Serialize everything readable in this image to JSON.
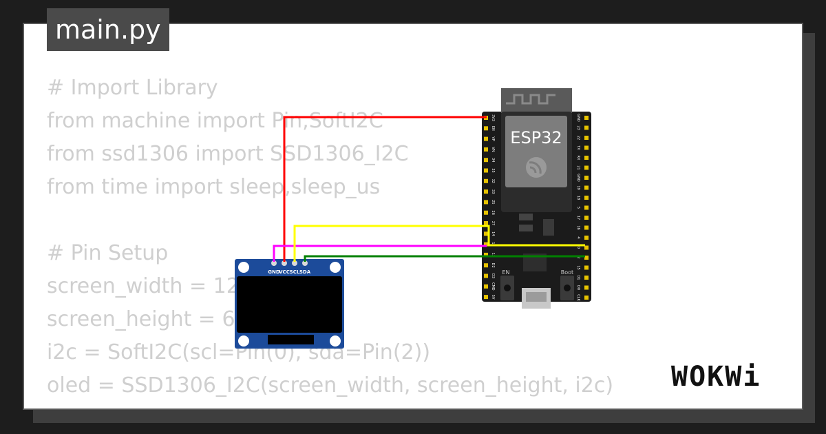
{
  "file_tab": {
    "label": "main.py"
  },
  "code_lines": [
    "# Import Library",
    "from machine import Pin,SoftI2C",
    "from ssd1306 import SSD1306_I2C",
    "from time import sleep,sleep_us",
    "",
    "# Pin Setup",
    "screen_width = 128",
    "screen_height = 64",
    "i2c = SoftI2C(scl=Pin(0), sda=Pin(2))",
    "oled = SSD1306_I2C(screen_width, screen_height, i2c)"
  ],
  "esp32": {
    "chip_label": "ESP32",
    "button_en": "EN",
    "button_boot": "Boot",
    "left_pins": [
      "3V3",
      "EN",
      "VP",
      "VN",
      "34",
      "35",
      "32",
      "33",
      "25",
      "26",
      "27",
      "14",
      "12",
      "13",
      "D2",
      "D3",
      "CMD",
      "5V"
    ],
    "right_pins": [
      "GND",
      "23",
      "22",
      "TX",
      "RX",
      "21",
      "GND",
      "19",
      "18",
      "5",
      "17",
      "16",
      "4",
      "0",
      "2",
      "15",
      "D1",
      "D0",
      "CLK"
    ]
  },
  "oled": {
    "pins": [
      "GND",
      "VCC",
      "SCL",
      "SDA"
    ]
  },
  "wires": {
    "vcc_color": "#ff0000",
    "gnd_color": "#ff00ff",
    "scl_color": "#ffff00",
    "sda_color": "#008000"
  },
  "brand": {
    "logo_text": "WOKWi"
  }
}
